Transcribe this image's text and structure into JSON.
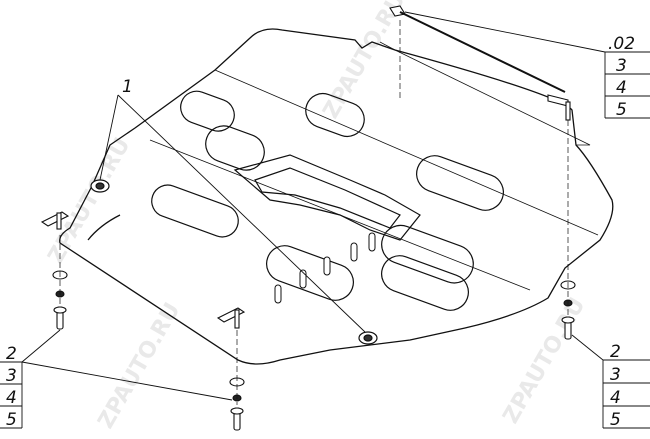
{
  "watermark": "ZPAUTO.RU",
  "callouts": {
    "part_1": "1",
    "top_right": {
      "head": ".02",
      "rows": [
        "3",
        "4",
        "5"
      ]
    },
    "bottom_left": {
      "head": "2",
      "rows": [
        "3",
        "4",
        "5"
      ]
    },
    "bottom_right": {
      "head": "2",
      "rows": [
        "3",
        "4",
        "5"
      ]
    }
  }
}
